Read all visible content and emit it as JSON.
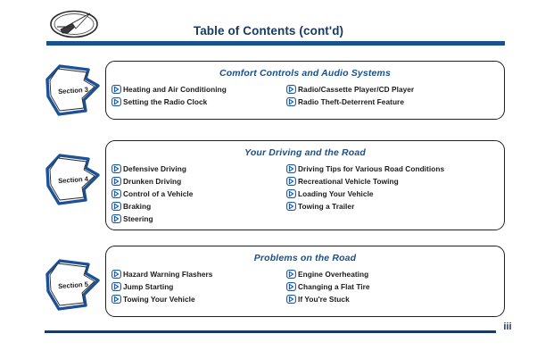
{
  "header": {
    "title": "Table of Contents (cont'd)",
    "logo_icon": "oldsmobile-rocket-logo",
    "rule_color": "#18528c",
    "title_color": "#1b3a63"
  },
  "sections": [
    {
      "tag_label": "Section 3",
      "heading": "Comfort Controls and Audio Systems",
      "column_1": [
        "Heating and Air Conditioning",
        "Setting the Radio Clock"
      ],
      "column_2": [
        "Radio/Cassette Player/CD Player",
        "Radio Theft-Deterrent Feature"
      ]
    },
    {
      "tag_label": "Section 4",
      "heading": "Your Driving and the Road",
      "column_1": [
        "Defensive Driving",
        "Drunken Driving",
        "Control of a Vehicle",
        "Braking",
        "Steering"
      ],
      "column_2": [
        "Driving Tips for Various Road Conditions",
        "Recreational Vehicle Towing",
        "Loading Your Vehicle",
        "Towing a Trailer"
      ]
    },
    {
      "tag_label": "Section 5",
      "heading": "Problems on the Road",
      "column_1": [
        "Hazard Warning Flashers",
        "Jump Starting",
        "Towing Your Vehicle"
      ],
      "column_2": [
        "Engine Overheating",
        "Changing a Flat Tire",
        "If You're Stuck"
      ]
    }
  ],
  "footer": {
    "page_number": "iii",
    "rule_color": "#1b3a63"
  },
  "theme": {
    "heading_blue": "#17508a",
    "bullet_blue": "#1a5a9e",
    "tag_outline_blue": "#1d5197",
    "box_border": "#231f20",
    "text_black": "#1a1a1a"
  }
}
